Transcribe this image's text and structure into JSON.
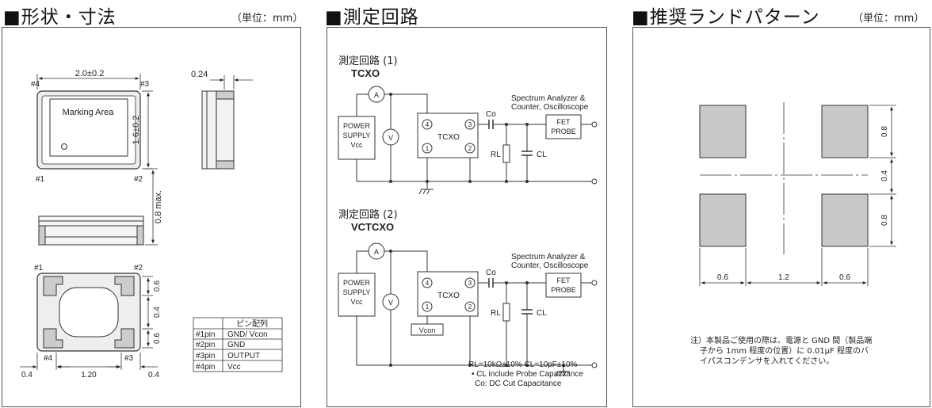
{
  "headers": {
    "dimensions": "■形状・寸法",
    "dimensions_unit": "（単位：mm）",
    "circuit": "■測定回路",
    "land": "■推奨ランドパターン",
    "land_unit": "（単位：mm）"
  },
  "dim": {
    "width": "2.0±0.2",
    "height": "1.6±0.2",
    "thickness": "0.24",
    "max_height": "0.8 max.",
    "marking": "Marking Area",
    "pin1": "#1",
    "pin2": "#2",
    "pin3": "#3",
    "pin4": "#4",
    "pad_v1": "0.6",
    "pad_v2": "0.4",
    "pad_v3": "0.6",
    "bot_left": "0.4",
    "bot_mid": "1.20",
    "bot_right": "0.4",
    "pin_table": {
      "header": "ピン配列",
      "rows": [
        {
          "pin": "#1pin",
          "func": "GND/ Vcon"
        },
        {
          "pin": "#2pin",
          "func": "GND"
        },
        {
          "pin": "#3pin",
          "func": "OUTPUT"
        },
        {
          "pin": "#4pin",
          "func": "Vcc"
        }
      ]
    }
  },
  "circuit": {
    "c1": {
      "title": "測定回路 (1)",
      "device": "TCXO",
      "analyzer1": "Spectrum Analyzer &",
      "analyzer2": "Counter, Oscilloscope",
      "co": "Co",
      "fet1": "FET",
      "fet2": "PROBE",
      "ps1": "POWER",
      "ps2": "SUPPLY",
      "ps3": "Vcc",
      "ammeter": "A",
      "voltmeter": "V",
      "p4": "4",
      "p3": "3",
      "p1": "1",
      "p2": "2",
      "chip": "TCXO",
      "rl": "RL",
      "cl": "CL"
    },
    "c2": {
      "title": "測定回路 (2)",
      "device": "VCTCXO",
      "analyzer1": "Spectrum Analyzer &",
      "analyzer2": "Counter, Oscilloscope",
      "co": "Co",
      "fet1": "FET",
      "fet2": "PROBE",
      "ps1": "POWER",
      "ps2": "SUPPLY",
      "ps3": "Vcc",
      "ammeter": "A",
      "voltmeter": "V",
      "p4": "4",
      "p3": "3",
      "p1": "1",
      "p2": "2",
      "chip": "TCXO",
      "vcon": "Vcon",
      "rl": "RL",
      "cl": "CL"
    },
    "notes": [
      "RL=10kΩ±10%  CL=10pF±10%",
      "• CL include Probe Capacitance",
      "Co: DC   Cut Capacitance"
    ]
  },
  "land": {
    "v_top": "0.8",
    "v_mid": "0.4",
    "v_bot": "0.8",
    "h_left": "0.6",
    "h_mid": "1.2",
    "h_right": "0.6",
    "note": [
      "注）本製品ご使用の際は、電源と GND 間（製品端",
      "子から 1mm 程度の位置）に 0.01µF 程度のバ",
      "イパスコンデンサを入れてください。"
    ]
  }
}
